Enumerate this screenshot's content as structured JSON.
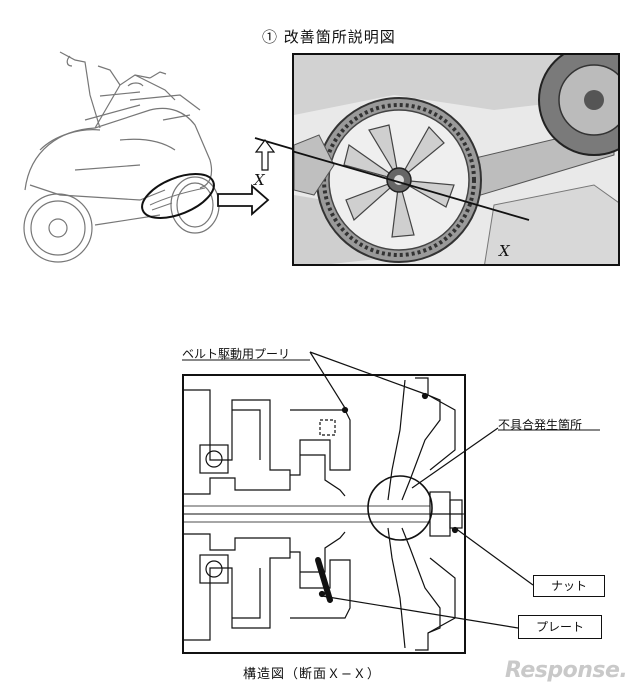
{
  "figure_title": "① 改善箇所説明図",
  "section_mark_top": "X",
  "section_mark_bottom": "X",
  "labels": {
    "belt_pulley": "ベルト駆動用プーリ",
    "defect_location": "不具合発生箇所",
    "nut": "ナット",
    "plate": "プレート"
  },
  "caption": "構造図（断面Ｘ−Ｘ）",
  "watermark": "Response."
}
